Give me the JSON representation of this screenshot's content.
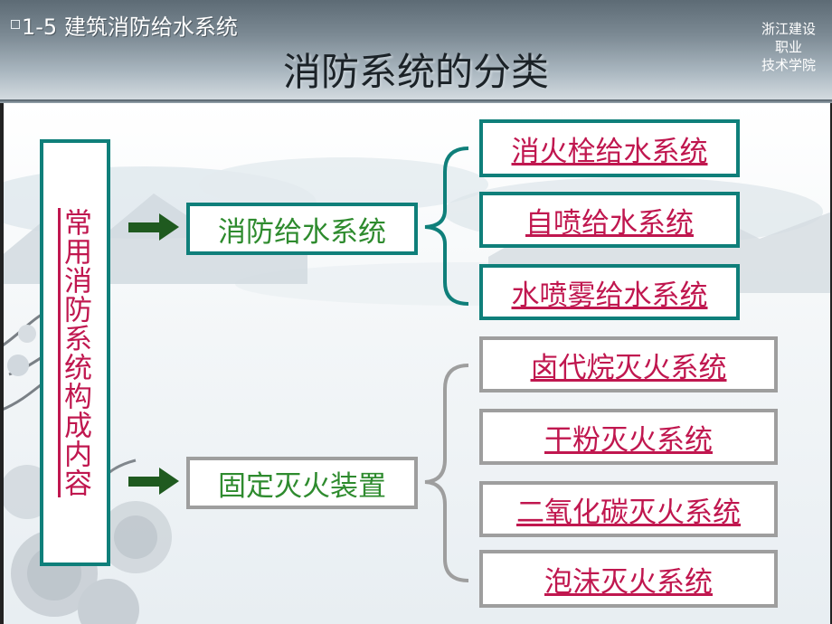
{
  "header": {
    "section_label": "1-5 建筑消防给水系统",
    "title": "消防系统的分类",
    "school_lines": [
      "浙江建设",
      "职业",
      "技术学院"
    ]
  },
  "diagram": {
    "root_label": "常用消防系统构成内容",
    "categories": [
      {
        "label": "消防给水系统",
        "items": [
          "消火栓给水系统",
          "自喷给水系统",
          "水喷雾给水系统"
        ]
      },
      {
        "label": "固定灭火装置",
        "items": [
          "卤代烷灭火系统",
          "干粉灭火系统",
          "二氧化碳灭火系统",
          "泡沫灭火系统"
        ]
      }
    ]
  },
  "colors": {
    "teal_border": "#0f7f7a",
    "gray_border": "#9e9e9e",
    "link_text": "#c0174f",
    "green_text": "#2e8b2e",
    "arrow": "#1f5a1f"
  }
}
